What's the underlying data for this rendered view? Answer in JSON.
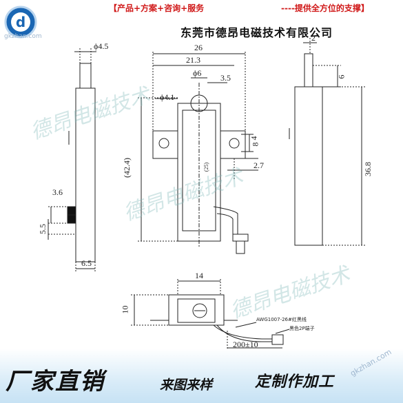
{
  "header": {
    "left_banner": "【产品+方案+咨询+服务",
    "right_banner": "----提供全方位的支撑】",
    "company": "东莞市德昂电磁技术有限公司",
    "logo_letter": "d"
  },
  "logo_url": "gkzhan.com",
  "watermark": "德昂电磁技术",
  "dimensions": {
    "phi45": "ϕ4.5",
    "d26": "26",
    "d213": "21.3",
    "phi6": "ϕ6",
    "d35": "3.5",
    "phi41": "ϕ4.1",
    "d4": "4",
    "d8": "8",
    "d27": "2.7",
    "d424": "(42.4)",
    "d2": "2",
    "d6": "6",
    "d368": "36.8",
    "d36": "3.6",
    "d55": "5.5",
    "d65": "6.5",
    "d14": "14",
    "d10": "10",
    "d200": "200±10",
    "center_mark": "(25)"
  },
  "labels": {
    "wire": "AWG1007-26#红黑线",
    "connector": "黑色2P端子"
  },
  "footer": {
    "left": "厂家直销",
    "mid": "来图来样",
    "right": "定制作加工",
    "site": "gkzhan.com"
  }
}
